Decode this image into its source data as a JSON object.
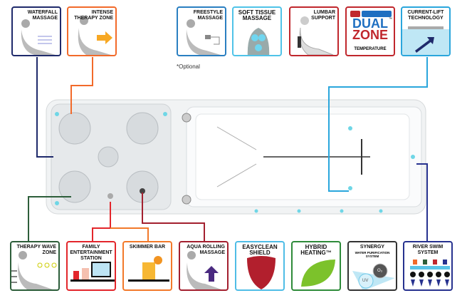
{
  "top_features": [
    {
      "label": "WATERFALL MASSAGE",
      "color": "#1f2a6b"
    },
    {
      "label": "INTENSE THERAPY ZONE",
      "color": "#f26a2a"
    },
    {
      "label": "FREESTYLE MASSAGE",
      "color": "#2a7fc1"
    },
    {
      "label": "SOFT TISSUE MASSAGE",
      "color": "#4fc3e8"
    },
    {
      "label": "LUMBAR SUPPORT",
      "color": "#c0272d"
    },
    {
      "label": "CURRENT-LIFT TECHNOLOGY",
      "color": "#2aa6dc"
    }
  ],
  "dual_zone": {
    "line1": "DUAL",
    "line2": "ZONE",
    "tm": "™",
    "sub": "TEMPERATURE",
    "color": "#c0272d"
  },
  "optional_note": "*Optional",
  "bottom_features": [
    {
      "label": "THERAPY WAVE ZONE",
      "color": "#2d5e3a"
    },
    {
      "label": "FAMILY ENTERTAINMENT STATION",
      "color": "#e3262b"
    },
    {
      "label": "SKIMMER BAR",
      "color": "#f2792a"
    },
    {
      "label": "AQUA ROLLING MASSAGE",
      "color": "#a3202f"
    },
    {
      "label": "EASYCLEAN SHIELD",
      "color": "#4fbde6"
    },
    {
      "label": "HYBRID HEATING™",
      "color": "#2e8b3a"
    },
    {
      "label": "SYNERGY",
      "color": "#333333"
    },
    {
      "label": "RIVER SWIM SYSTEM",
      "color": "#27328f"
    }
  ],
  "synergy": {
    "sub": "WATER PURIFICATION SYSTEM",
    "uv": "UV",
    "o3": "O₃"
  }
}
